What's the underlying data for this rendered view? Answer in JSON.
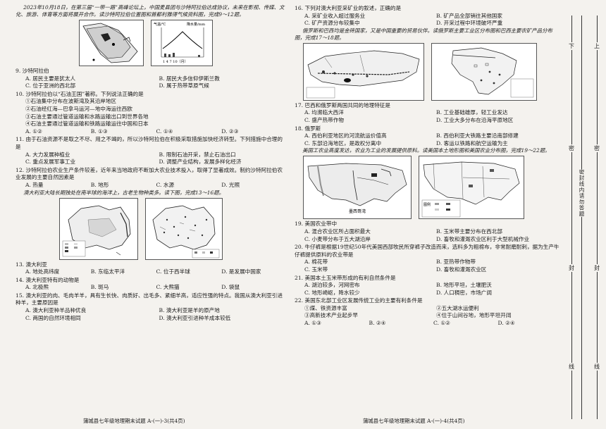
{
  "left": {
    "intro1": "2023年10月18日，在第三届“一带一路”高峰论坛上，中国麦县团与沙特阿拉伯达成协议，未来在影视、传媒、文化、旅游、体育等方面将展开合作。读沙特阿拉伯位置图和首都利雅得气候资料图，完成9～12题。",
    "chart_labels": {
      "left": "气温/℃",
      "right": "降水量/mm",
      "x_ticks": "1  4  7  10（月）"
    },
    "q9": "9. 沙特阿拉伯",
    "q9_opts": [
      "A. 居民主要是犹太人",
      "B. 居民大多信仰伊斯兰教",
      "C. 位于亚洲的西北部",
      "D. 属于热带草原气候"
    ],
    "q10": "10. 沙特阿拉伯以“石油王国”著称。下列说法正确的是",
    "q10_items": [
      "①石油集中分布在波斯湾及其沿岸地区",
      "②石油经红海—巴拿马运河—地中海运往西欧",
      "③石油主要通过管道运输和水路运输出口到世界各地",
      "④石油主要通过管道运输和铁路运输运往中国和日本"
    ],
    "q10_opts": [
      "A. ①②",
      "B. ①③",
      "C. ①④",
      "D. ②③"
    ],
    "q11": "11. 由于石油资源不是取之不尽、用之不竭的，所以沙特阿拉伯在积极采取措施加快经济转型。下列措施中合理的是",
    "q11_opts": [
      "A. 大力发展种植业",
      "B. 限制石油开采，禁止石油出口",
      "C. 重点发展军事工业",
      "D. 调整产业结构，发展多样化经济"
    ],
    "q12": "12. 沙特阿拉伯农业生产条件较差，近年来当地政府不断加大农业技术投入，取得了显著成效。制约沙特阿拉伯农业发展的主要自然因素是",
    "q12_opts": [
      "A. 热量",
      "B. 地形",
      "C. 水源",
      "D. 光照"
    ],
    "intro2": "澳大利亚大陆长期独处在南半球的海洋上，古老生物种类多。读下图，完成13～16题。",
    "q13": "13. 澳大利亚",
    "q13_opts": [
      "A. 地处高纬度",
      "B. 东临太平洋",
      "C. 位于西半球",
      "D. 是发展中国家"
    ],
    "q14": "14. 澳大利亚特有的动物是",
    "q14_opts": [
      "A. 北极熊",
      "B. 斑马",
      "C. 大熊猫",
      "D. 袋鼠"
    ],
    "q15": "15. 澳大利亚的肉、毛肉羊羊，具有生长快、肉质好、出毛多、紧细羊高，适应性强的特点。我国从澳大利亚引进种羊，主要原因是",
    "q15_opts": [
      "A. 澳大利亚种羊品种优良",
      "B. 澳大利亚是羊的原产地",
      "C. 两国的自然环境相同",
      "D. 澳大利亚引进种羊成本较低"
    ],
    "footer": "蒲城县七年级地理期末试题 A-(一)-3(共4页)"
  },
  "right": {
    "q16": "16. 下列对澳大利亚采矿业的叙述，正确的是",
    "q16_opts": [
      "A. 采矿业收入超过服务业",
      "B. 矿产品全部销往其他国家",
      "C. 矿产资源分布较集中",
      "D. 开采过程中环境破坏严重"
    ],
    "intro3": "俄罗斯和巴西均是金砖国家，又是中国重要的贸易伙伴。读俄罗斯主要工业区分布图和巴西主要农矿产品分布图，完成17～18题。",
    "q17": "17. 巴西和俄罗斯两国共同的地理特征是",
    "q17_opts": [
      "A. 均濒临大西洋",
      "B. 工业基础雄厚，轻工业发达",
      "C. 盛产热带作物",
      "D. 工业大多分布在沿海平原地区"
    ],
    "q18": "18. 俄罗斯",
    "q18_opts": [
      "A. 西伯利亚地区的河流航运价值高",
      "B. 西伯利亚大铁路主要沿南部修建",
      "C. 东部沿海地区，是政权分离中",
      "D. 客运以铁路和航空运输为主"
    ],
    "intro4": "美国工农业高度发达，农业为工业的发展提供原料。读美国本土地形图和美国农业分布图，完成19～22题。",
    "map_label": "墨西哥湾",
    "legend_title": "图例",
    "q19": "19. 美国农业带中",
    "q19_opts": [
      "A. 混合农业区所占面积最大",
      "B. 玉米带主要分布在西北部",
      "C. 小麦带分布于五大湖沿岸",
      "D. 畜牧和灌溉农业区利于大型机械作业"
    ],
    "q20": "20. 牛仔裤是根据19世纪50年代美国西部牧民所穿裤子改造而来，选料多为粗棉布，非常耐磨耐刺，据为生产牛仔裤提供原料的农业带是",
    "q20_opts": [
      "A. 棉花带",
      "B. 亚热带作物带",
      "C. 玉米带",
      "D. 畜牧和灌溉农业区"
    ],
    "q21": "21. 美国本土玉米带形成的有利自然条件是",
    "q21_opts": [
      "A. 湖泊较多，河网密布",
      "B. 地形平坦，土壤肥沃",
      "C. 地形崎岖，降水较少",
      "D. 人口稠密，市场广阔"
    ],
    "q22": "22. 美国东北部工业区发展传统工业的主要有利条件是",
    "q22_items": [
      "①煤、铁资源丰富",
      "②五大湖水运便利",
      "③高新技术产业起步早",
      "④位于山间谷地，地形平坦开阔"
    ],
    "q22_opts": [
      "A. ①③",
      "B. ②④",
      "C. ①②",
      "D. ②④"
    ],
    "footer": "蒲城县七年级地理期末试题 A-(一)-4(共4页)"
  },
  "binding": {
    "chars": [
      "下",
      "密",
      "封",
      "线"
    ],
    "chars2": [
      "上",
      "密",
      "封",
      "线"
    ],
    "warning": "密封线内请勿答题"
  }
}
